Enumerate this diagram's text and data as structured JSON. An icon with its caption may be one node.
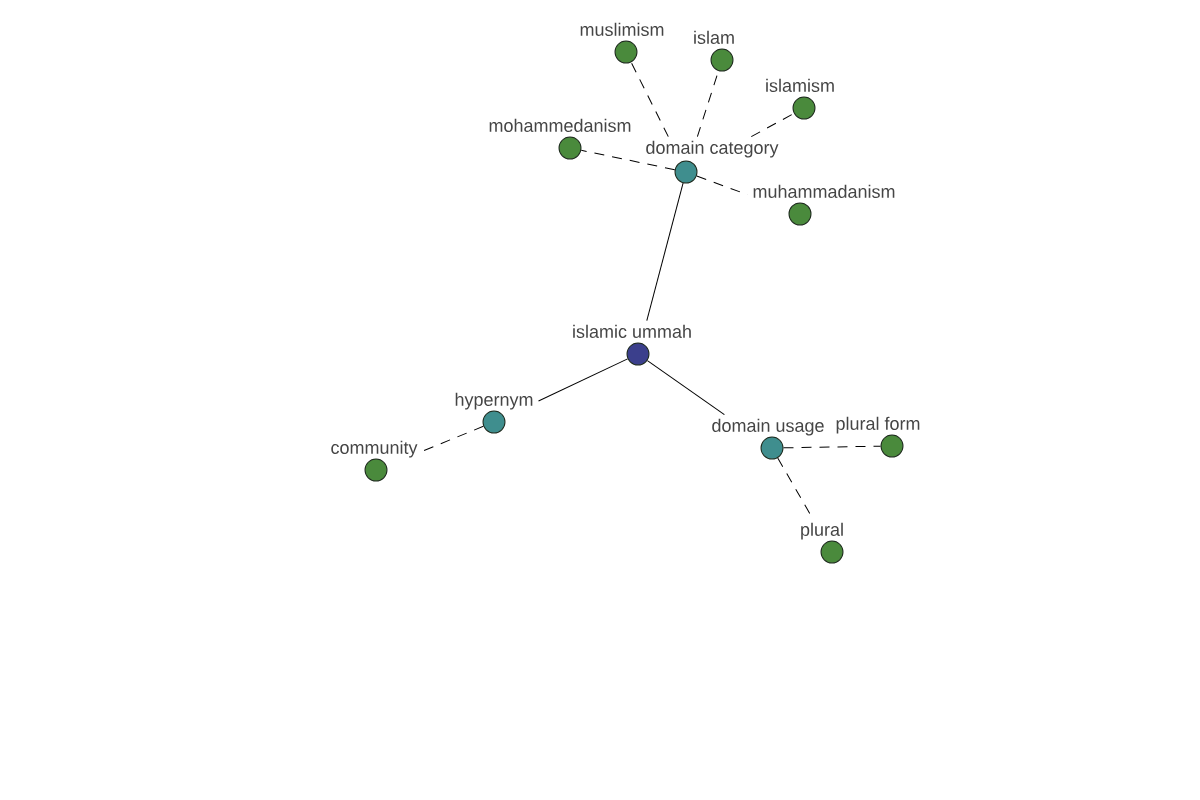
{
  "diagram": {
    "nodes": [
      {
        "text": [
          "islamic ummah"
        ]
      },
      {
        "text": [
          "domain category"
        ]
      },
      {
        "text": [
          "muslimism"
        ]
      },
      {
        "text": [
          "islam"
        ]
      },
      {
        "text": [
          "islamism"
        ]
      },
      {
        "text": [
          "mohammedanism"
        ]
      },
      {
        "text": [
          "muhammadanism"
        ]
      },
      {
        "text": [
          "hypernym"
        ]
      },
      {
        "text": [
          "community"
        ]
      },
      {
        "text": [
          "domain usage"
        ]
      },
      {
        "text": [
          "plural form"
        ]
      },
      {
        "text": [
          "plural"
        ]
      }
    ],
    "edges": [
      {
        "from": 0,
        "to": 1,
        "arrow": "none"
      },
      {
        "from": 1,
        "to": 2,
        "arrow": "none",
        "style": "dashed"
      },
      {
        "from": 1,
        "to": 3,
        "arrow": "none",
        "style": "dashed"
      },
      {
        "from": 1,
        "to": 4,
        "arrow": "none",
        "style": "dashed"
      },
      {
        "from": 1,
        "to": 5,
        "arrow": "none",
        "style": "dashed"
      },
      {
        "from": 1,
        "to": 6,
        "arrow": "none",
        "style": "dashed"
      },
      {
        "from": 0,
        "to": 7,
        "arrow": "none"
      },
      {
        "from": 7,
        "to": 8,
        "arrow": "none",
        "style": "dashed"
      },
      {
        "from": 0,
        "to": 9,
        "arrow": "none"
      },
      {
        "from": 9,
        "to": 10,
        "arrow": "none",
        "style": "dashed"
      },
      {
        "from": 9,
        "to": 11,
        "arrow": "none",
        "style": "dashed"
      }
    ]
  }
}
